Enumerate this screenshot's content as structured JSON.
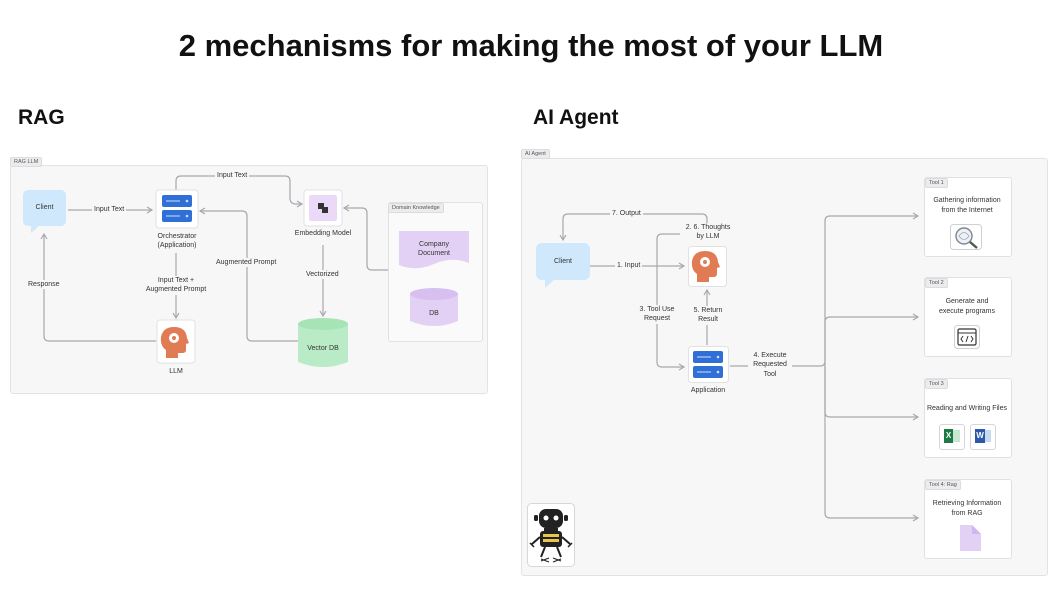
{
  "title": "2 mechanisms for making the most of your LLM",
  "rag": {
    "heading": "RAG",
    "panel_tag": "RAG LLM",
    "client": "Client",
    "orchestrator": "Orchestrator\n(Application)",
    "llm": "LLM",
    "embedding_model": "Embedding Model",
    "vector_db": "Vector DB",
    "domain_tag": "Domain Knowledge",
    "company_document": "Company\nDocument",
    "db": "DB",
    "edges": {
      "input_text_1": "Input Text",
      "input_text_2": "Input Text",
      "input_augmented": "Input Text +\nAugmented Prompt",
      "response": "Response",
      "augmented_prompt": "Augmented Prompt",
      "vectorized": "Vectorized"
    }
  },
  "agent": {
    "heading": "AI Agent",
    "panel_tag": "AI Agent",
    "client": "Client",
    "application": "Application",
    "edges": {
      "output": "7. Output",
      "thoughts": "2. 6. Thoughts\nby LLM",
      "input": "1. Input",
      "tool_use": "3. Tool Use\nRequest",
      "return_result": "5. Return\nResult",
      "execute": "4. Execute\nRequested\nTool"
    },
    "tools": [
      {
        "tag": "Tool 1",
        "text": "Gathering information\nfrom the Internet",
        "icon": "browser-search-icon"
      },
      {
        "tag": "Tool 2",
        "text": "Generate and\nexecute programs",
        "icon": "code-window-icon"
      },
      {
        "tag": "Tool 3",
        "text": "Reading and Writing Files",
        "icon": "office-files-icon"
      },
      {
        "tag": "Tool 4: Rag",
        "text": "Retrieving Information\nfrom RAG",
        "icon": "document-icon"
      }
    ],
    "excel_letter": "X",
    "word_letter": "W",
    "robot_icon": "robot-icon"
  },
  "colors": {
    "client_blue": "#cfe8fb",
    "server_blue": "#2f6fd6",
    "llm_orange": "#e07b53",
    "embed_purple": "#ead9f7",
    "vector_green": "#b9ecc6",
    "doc_purple": "#e3d1f5",
    "edge_gray": "#a8a8ad"
  }
}
